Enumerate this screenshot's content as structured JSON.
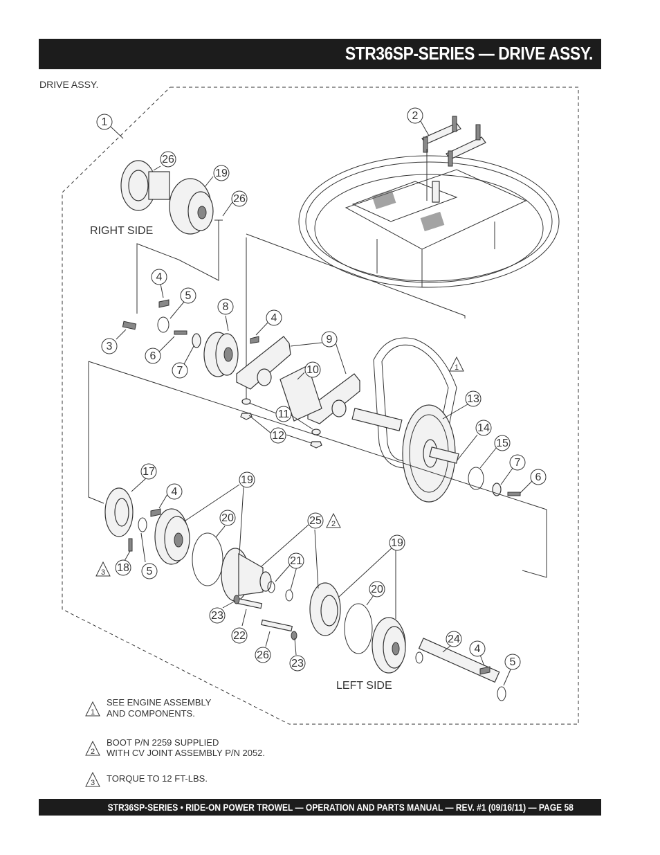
{
  "header": {
    "title": "STR36SP-SERIES — DRIVE ASSY."
  },
  "section_label": "DRIVE ASSY.",
  "side_labels": {
    "right": "RIGHT SIDE",
    "left": "LEFT SIDE"
  },
  "callouts": [
    {
      "num": "1"
    },
    {
      "num": "2"
    },
    {
      "num": "26"
    },
    {
      "num": "19"
    },
    {
      "num": "26"
    },
    {
      "num": "4"
    },
    {
      "num": "5"
    },
    {
      "num": "8"
    },
    {
      "num": "4"
    },
    {
      "num": "9"
    },
    {
      "num": "3"
    },
    {
      "num": "6"
    },
    {
      "num": "7"
    },
    {
      "num": "10"
    },
    {
      "num": "1"
    },
    {
      "num": "11"
    },
    {
      "num": "12"
    },
    {
      "num": "13"
    },
    {
      "num": "14"
    },
    {
      "num": "15"
    },
    {
      "num": "7"
    },
    {
      "num": "6"
    },
    {
      "num": "17"
    },
    {
      "num": "4"
    },
    {
      "num": "19"
    },
    {
      "num": "20"
    },
    {
      "num": "25"
    },
    {
      "num": "2"
    },
    {
      "num": "19"
    },
    {
      "num": "18"
    },
    {
      "num": "3"
    },
    {
      "num": "5"
    },
    {
      "num": "21"
    },
    {
      "num": "20"
    },
    {
      "num": "23"
    },
    {
      "num": "22"
    },
    {
      "num": "24"
    },
    {
      "num": "4"
    },
    {
      "num": "5"
    },
    {
      "num": "26"
    },
    {
      "num": "23"
    }
  ],
  "notes": [
    {
      "marker": "1",
      "line1": "SEE ENGINE ASSEMBLY",
      "line2": "AND COMPONENTS."
    },
    {
      "marker": "2",
      "line1": "BOOT P/N 2259 SUPPLIED",
      "line2": "WITH CV JOINT ASSEMBLY P/N 2052."
    },
    {
      "marker": "3",
      "line1": "TORQUE TO 12 FT-LBS.",
      "line2": ""
    }
  ],
  "footer": {
    "text": "STR36SP-SERIES • RIDE-ON POWER TROWEL — OPERATION AND PARTS MANUAL — REV. #1 (09/16/11) — PAGE 58"
  }
}
